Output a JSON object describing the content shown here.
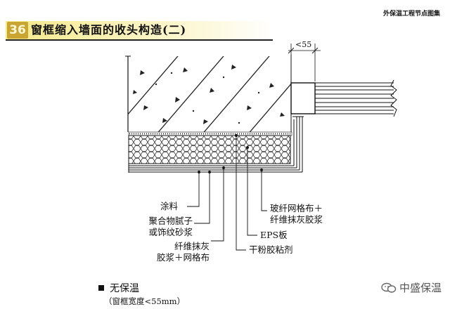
{
  "header": {
    "number": "36",
    "title": "窗框缩入墙面的收头构造(二)",
    "corner": "外保温工程节点图集"
  },
  "dimension": {
    "label": "<55"
  },
  "callouts": {
    "paint": "涂料",
    "putty": "聚合物腻子\n或饰纹砂浆",
    "mortar_mesh": "纤维抹灰\n胶浆＋网格布",
    "fiberglass": "玻纤网格布＋\n纤维抹灰胶浆",
    "eps": "EPS板",
    "adhesive": "干粉胶粘剂"
  },
  "notes": {
    "bullet": "无保温",
    "sub": "（窗框宽度<55mm）"
  },
  "watermark": {
    "text": "中盛保温"
  }
}
